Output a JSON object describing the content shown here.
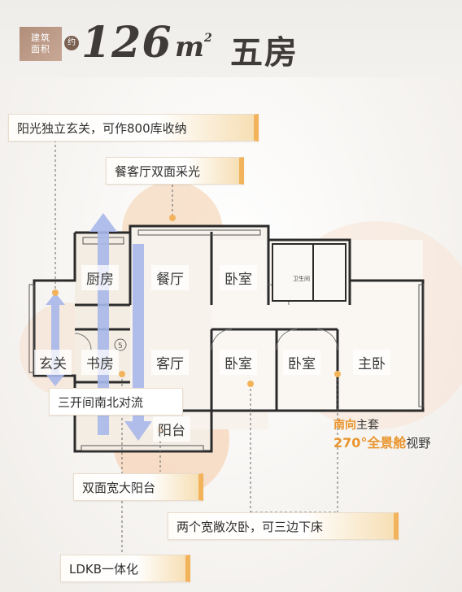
{
  "header": {
    "badge_line1": "建筑",
    "badge_line2": "面积",
    "approx": "约",
    "area_number": "126",
    "area_unit": "m",
    "area_unit_sup": "2",
    "unit_type": "五房"
  },
  "rooms": {
    "kitchen": "厨房",
    "dining": "餐厅",
    "bedroom_a": "卧室",
    "entrance": "玄关",
    "study": "书房",
    "living": "客厅",
    "bedroom_b": "卧室",
    "bedroom_c": "卧室",
    "master": "主卧",
    "balcony": "阳台",
    "toilet_small": "卫生间"
  },
  "callouts": {
    "c1": "阳光独立玄关，可作800库收纳",
    "c2": "餐客厅双面采光",
    "c3": "三开间南北对流",
    "c4": "双面宽大阳台",
    "c5": "两个宽敞次卧，可三边下床",
    "c6": "LDKB一体化"
  },
  "south": {
    "line1_hl": "南向",
    "line1_rest": "主套",
    "line2_hl": "270°全景舱",
    "line2_rest": "视野"
  },
  "colors": {
    "accent_orange": "#f2b35b",
    "arrow_blue": "#a9b8ea",
    "wall": "#2b2b2b"
  }
}
